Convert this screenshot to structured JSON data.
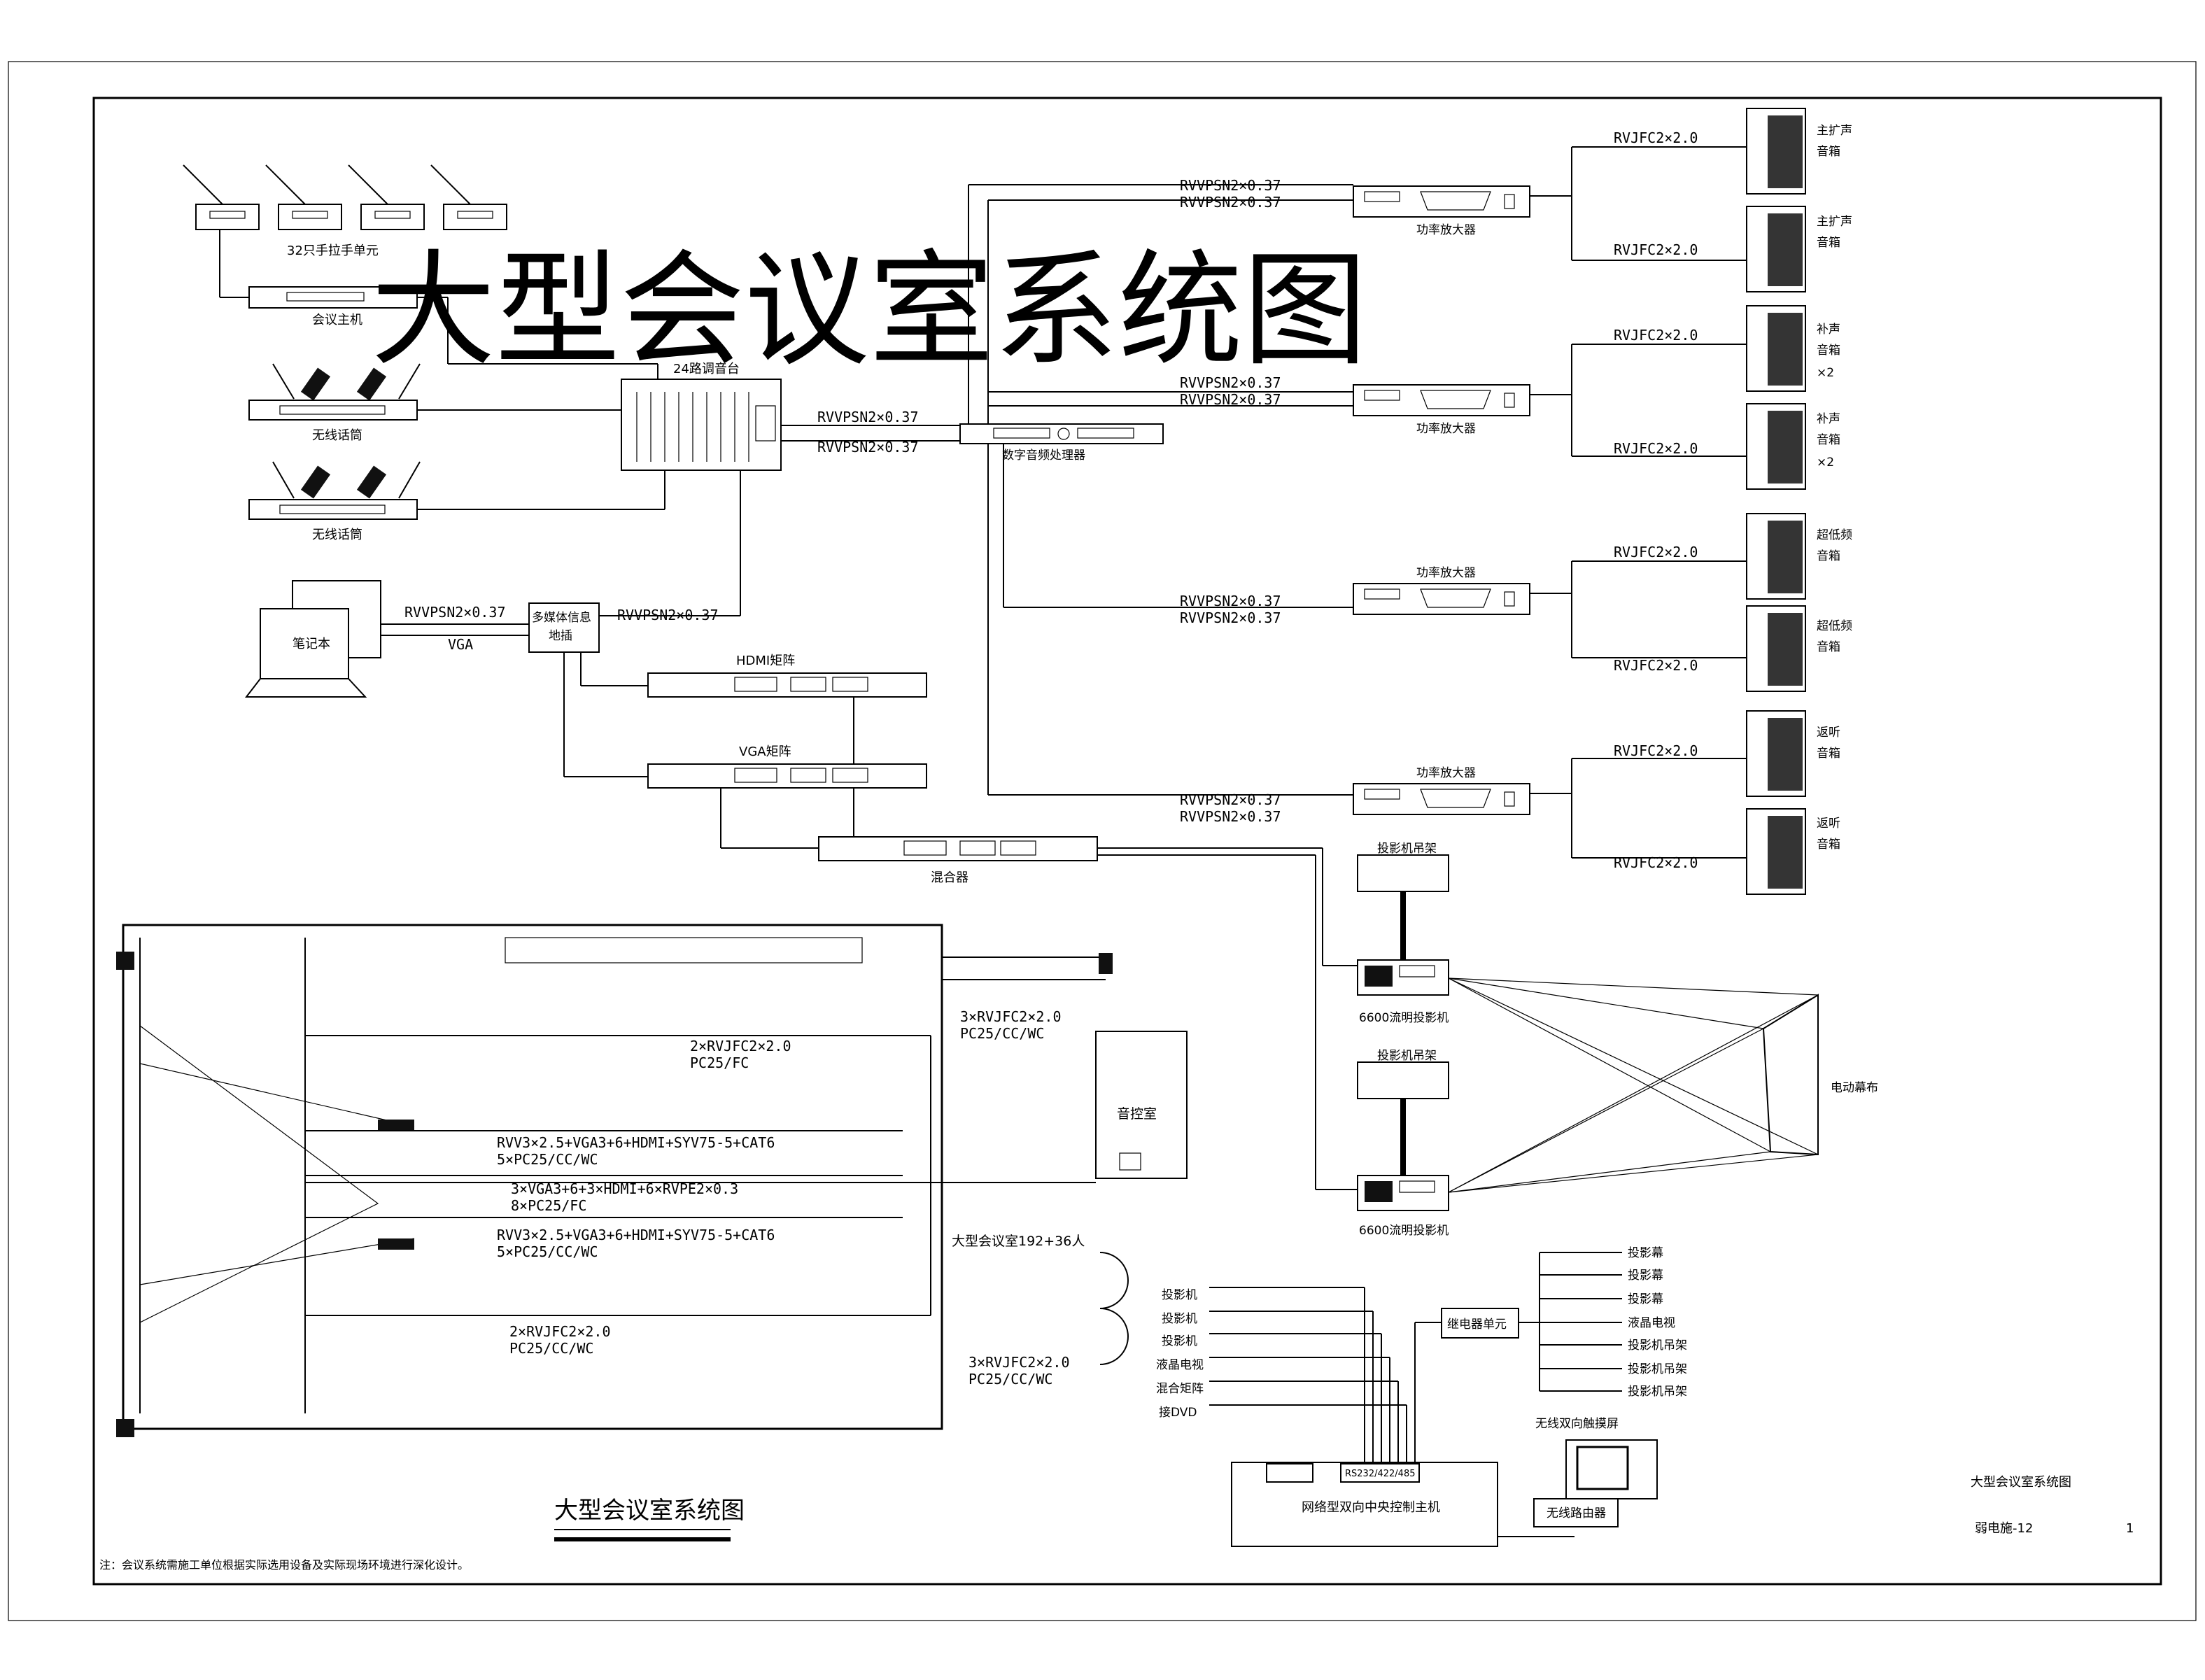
{
  "title": "大型会议室系统图",
  "labels": {
    "mic_units": "32只手拉手单元",
    "conf_host": "会议主机",
    "mixer": "24路调音台",
    "wireless_mic": "无线话筒",
    "laptop": "笔记本",
    "media_box": "多媒体信息\n地插",
    "hdmi_matrix": "HDMI矩阵",
    "vga_matrix": "VGA矩阵",
    "mixer_box": "混合器",
    "dsp": "数字音频处理器",
    "amp": "功率放大器",
    "projector_rack": "投影机吊架",
    "projector": "6600流明投影机",
    "screen": "电动幕布",
    "control_room": "音控室",
    "room_name": "大型会议室192+36人",
    "plan_title": "大型会议室系统图",
    "central_host": "网络型双向中央控制主机",
    "port_label": "RS232/422/485",
    "relay_unit": "继电器单元",
    "touch_screen": "无线双向触摸屏",
    "router": "无线路由器",
    "note": "注：会议系统需施工单位根据实际选用设备及实际现场环境进行深化设计。",
    "drawing_name": "大型会议室系统图",
    "drawing_no": "弱电施-12",
    "page_no": "1"
  },
  "speakers": [
    {
      "l1": "主扩声",
      "l2": "音箱",
      "l3": ""
    },
    {
      "l1": "主扩声",
      "l2": "音箱",
      "l3": ""
    },
    {
      "l1": "补声",
      "l2": "音箱",
      "l3": "×2"
    },
    {
      "l1": "补声",
      "l2": "音箱",
      "l3": "×2"
    },
    {
      "l1": "超低频",
      "l2": "音箱",
      "l3": ""
    },
    {
      "l1": "超低频",
      "l2": "音箱",
      "l3": ""
    },
    {
      "l1": "返听",
      "l2": "音箱",
      "l3": ""
    },
    {
      "l1": "返听",
      "l2": "音箱",
      "l3": ""
    }
  ],
  "cables": {
    "speaker": "RVJFC2×2.0",
    "signal": "RVVPSN2×0.37",
    "vga": "VGA"
  },
  "plan_cables": {
    "c1a": "3×RVJFC2×2.0",
    "c1b": "PC25/CC/WC",
    "c2a": "2×RVJFC2×2.0",
    "c2b": "PC25/FC",
    "c3a": "RVV3×2.5+VGA3+6+HDMI+SYV75-5+CAT6",
    "c3b": "5×PC25/CC/WC",
    "c4a": "3×VGA3+6+3×HDMI+6×RVPE2×0.3",
    "c4b": "8×PC25/FC",
    "c5a": "RVV3×2.5+VGA3+6+HDMI+SYV75-5+CAT6",
    "c5b": "5×PC25/CC/WC",
    "c6a": "2×RVJFC2×2.0",
    "c6b": "PC25/CC/WC",
    "c7a": "3×RVJFC2×2.0",
    "c7b": "PC25/CC/WC"
  },
  "ctrl_left": [
    "投影机",
    "投影机",
    "投影机",
    "液晶电视",
    "混合矩阵",
    "接DVD"
  ],
  "ctrl_right": [
    "投影幕",
    "投影幕",
    "投影幕",
    "液晶电视",
    "投影机吊架",
    "投影机吊架",
    "投影机吊架"
  ]
}
